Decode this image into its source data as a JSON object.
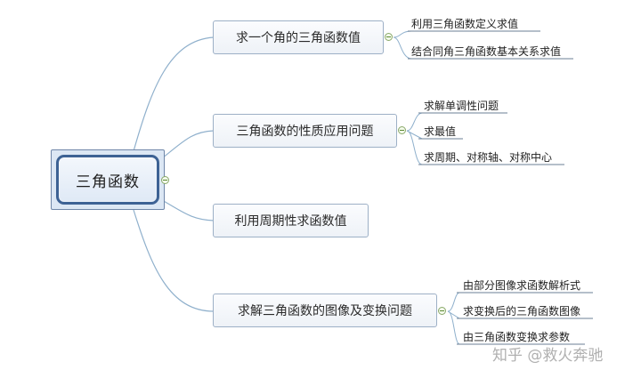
{
  "root": {
    "label": "三角函数"
  },
  "topics": [
    {
      "label": "求一个角的三角函数值",
      "children": [
        "利用三角函数定义求值",
        "结合同角三角函数基本关系求值"
      ]
    },
    {
      "label": "三角函数的性质应用问题",
      "children": [
        "求解单调性问题",
        "求最值",
        "求周期、对称轴、对称中心"
      ]
    },
    {
      "label": "利用周期性求函数值",
      "children": []
    },
    {
      "label": "求解三角函数的图像及变换问题",
      "children": [
        "由部分图像求函数解析式",
        "求变换后的三角函数图像",
        "由三角函数变换求参数"
      ]
    }
  ],
  "watermark": "知乎 @救火奔驰",
  "colors": {
    "branch_line": "#8fb0cc",
    "underline": "#6b7f95",
    "root_border": "#3d6294",
    "collapse_toggle": "#8aa86a"
  }
}
